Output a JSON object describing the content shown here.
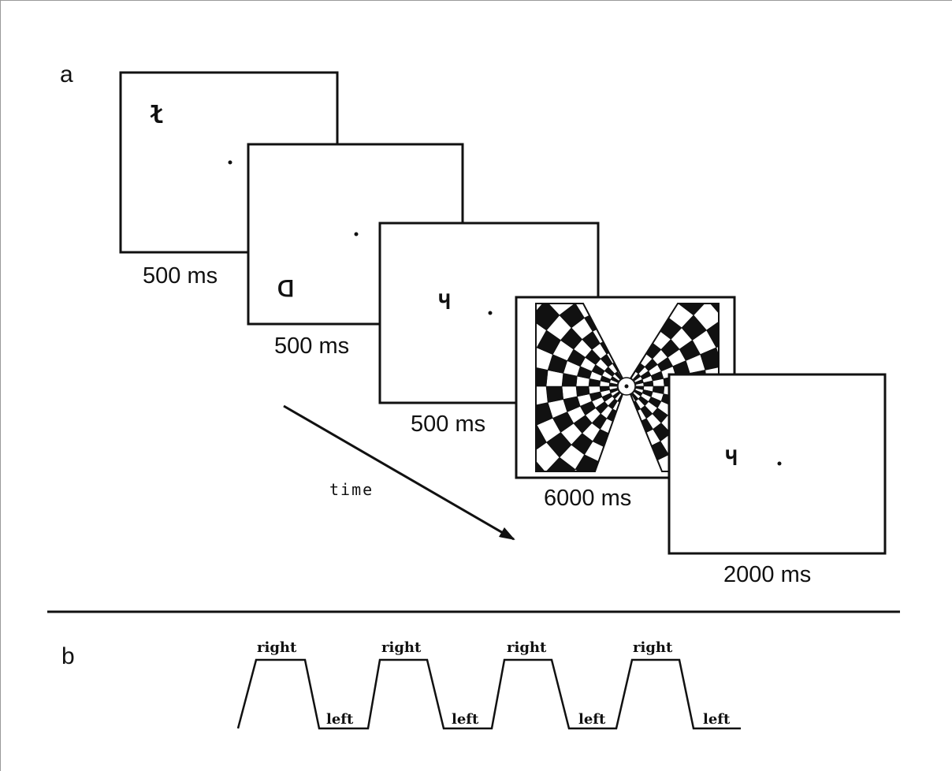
{
  "panels": {
    "a": "a",
    "b": "b"
  },
  "screens": [
    {
      "duration": "500 ms",
      "glyph": "ł"
    },
    {
      "duration": "500 ms",
      "glyph": "ᗡ"
    },
    {
      "duration": "500 ms",
      "glyph": "Ч"
    },
    {
      "duration": "6000 ms"
    },
    {
      "duration": "2000 ms",
      "glyph": "Ч"
    }
  ],
  "arrow_label": "time",
  "wave": {
    "high_label": "right",
    "low_label": "left"
  }
}
